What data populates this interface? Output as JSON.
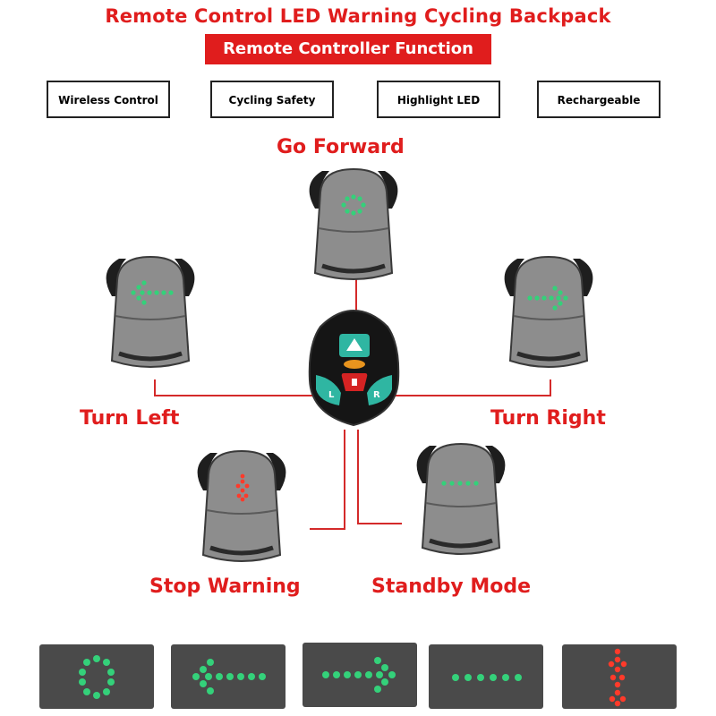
{
  "header": {
    "title": "Remote Control LED Warning Cycling Backpack",
    "subtitle": "Remote Controller Function"
  },
  "features": [
    "Wireless Control",
    "Cycling Safety",
    "Highlight LED",
    "Rechargeable"
  ],
  "modes": {
    "forward": "Go Forward",
    "left": "Turn Left",
    "right": "Turn Right",
    "stop": "Stop Warning",
    "standby": "Standby Mode"
  },
  "remote": {
    "left_key": "L",
    "right_key": "R"
  },
  "colors": {
    "accent": "#e01d1d",
    "led_green": "#34d17a",
    "led_red": "#ff3a2a",
    "panel": "#4a4a4a"
  },
  "icons": {
    "forward": "circle-dots-icon",
    "left": "arrow-left-icon",
    "right": "arrow-right-icon",
    "standby": "dotted-line-icon",
    "stop": "warning-figure-icon"
  }
}
